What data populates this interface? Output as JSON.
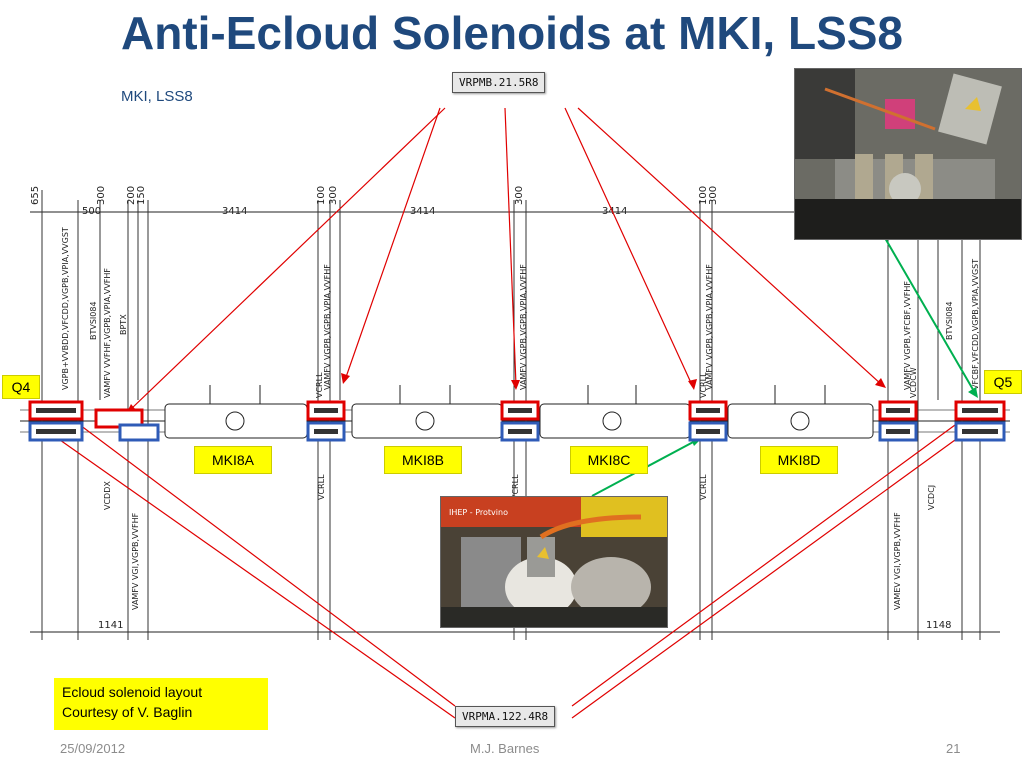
{
  "title": "Anti-Ecloud Solenoids at MKI, LSS8",
  "subtitle": "MKI, LSS8",
  "callouts": {
    "top": "VRPMB.21.5R8",
    "bottom": "VRPMA.122.4R8"
  },
  "quads": {
    "left": "Q4",
    "right": "Q5"
  },
  "magnets": [
    "MKI8A",
    "MKI8B",
    "MKI8C",
    "MKI8D"
  ],
  "note": [
    "Ecloud solenoid layout",
    "Courtesy of V. Baglin"
  ],
  "footer": {
    "date": "25/09/2012",
    "author": "M.J. Barnes",
    "page": "21"
  },
  "photo_label": "IHEP - Protvino",
  "drawing": {
    "dims_top": [
      "655",
      "500",
      "300",
      "200",
      "150",
      "3414",
      "100",
      "300",
      "3414",
      "300",
      "3414",
      "100",
      "300"
    ],
    "dims_bottom": [
      "1141",
      "1148"
    ],
    "vertical_labels_top": [
      "VGPB+VVBDD,VFCDD,VGPB,VPIA,VVGST",
      "BTVSI084",
      "VAMFV VVFHF,VGPB,VPIA,VVFHF",
      "BPTX",
      "VAMFV VGPB,VGPB,VPIA,VVFHF",
      "VAMFV VGPB,VGPB,VPIA,VVFHF",
      "VAMFV VGPB,VGPB,VPIA,VVFHF",
      "VAMFV VGPB,VFCBF,VVFHF",
      "BTVSI084",
      "VFCBF,VFCDD,VGPB,VPIA,VVGST"
    ],
    "vertical_labels_bottom": [
      "VCDDX",
      "VAMFV VGI,VGPB,VVFHF",
      "VCRLL",
      "VCRLL",
      "VCRLL",
      "VAMEV VGI,VGPB,VVFHF",
      "VCDCJ"
    ],
    "inner_labels": [
      "VCRLL",
      "VCRLL",
      "VCDCW"
    ]
  },
  "colors": {
    "title": "#1F497D",
    "solenoid_red": "#E00000",
    "solenoid_blue": "#2F5BB7",
    "arrow_red": "#E00000",
    "arrow_green": "#00B050",
    "highlight": "#FFFF00"
  }
}
